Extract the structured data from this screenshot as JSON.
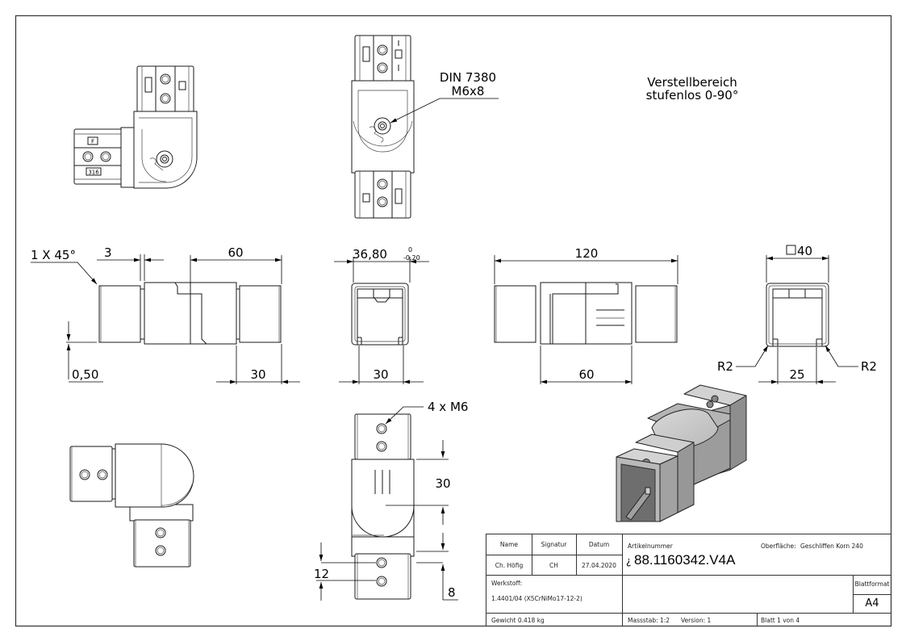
{
  "drawing": {
    "notes": {
      "adjust_line1": "Verstellbereich",
      "adjust_line2": "stufenlos 0-90°",
      "screw_line1": "DIN 7380",
      "screw_line2": "M6x8",
      "holes": "4 x M6"
    },
    "dimensions": {
      "chamfer": "1 X 45°",
      "gap": "3",
      "side_top_60": "60",
      "offset": "0,50",
      "side_bottom_30": "30",
      "width_3680": "36,80",
      "tol_upper": "0",
      "tol_lower": "-0,20",
      "end_30": "30",
      "length_120": "120",
      "center_60": "60",
      "square_40": "40",
      "radius_left": "R2",
      "radius_right": "R2",
      "slot_25": "25",
      "top_30": "30",
      "hole_spacing_12": "12",
      "edge_8": "8"
    },
    "stamps": {
      "material_mark": "316",
      "f_mark": "F"
    },
    "views": [
      "top-view-angled",
      "top-view-straight",
      "side-view",
      "end-view-slot",
      "side-view-long",
      "end-view-square",
      "bottom-view-angled",
      "bottom-view-straight",
      "isometric-view"
    ]
  },
  "title_block": {
    "headers": {
      "name": "Name",
      "signature": "Signatur",
      "date": "Datum",
      "article_label": "Artikelnummer",
      "surface_label": "Oberfläche:",
      "material_label": "Werkstoff:",
      "sheet_format_label": "Blattformat"
    },
    "values": {
      "name": "Ch. Höfig",
      "signature": "CH",
      "date": "27.04.2020",
      "article_prefix": "¿",
      "article_number": "88.1160342.V4A",
      "surface": "Geschliffen Korn 240",
      "material": "1.4401/04 (X5CrNiMo17-12-2)",
      "sheet_format": "A4",
      "weight": "Gewicht 0.418 kg",
      "scale": "Massstab: 1:2",
      "version": "Version: 1",
      "sheet": "Blatt 1 von 4"
    }
  }
}
